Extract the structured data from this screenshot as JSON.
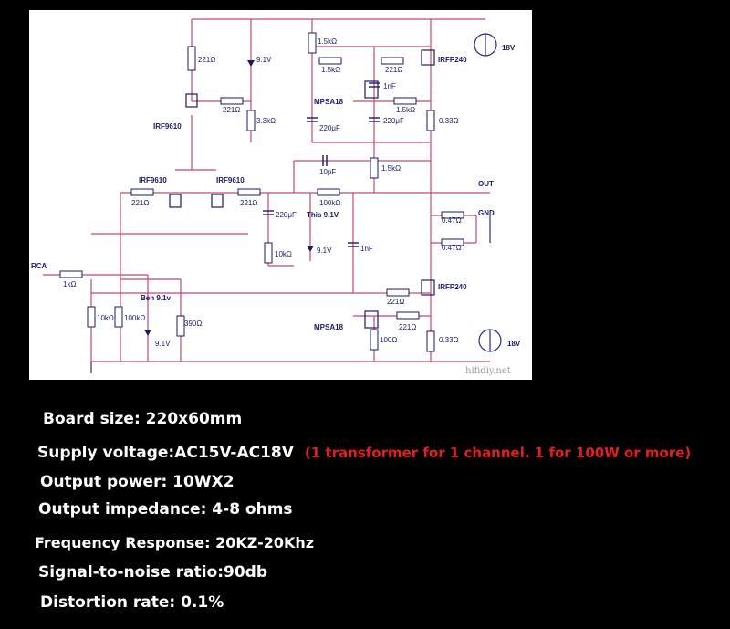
{
  "schematic": {
    "labels": {
      "r221_top": "221Ω",
      "z91_top": "9.1V",
      "r15k_a": "1.5kΩ",
      "r15k_b": "1.5kΩ",
      "r221_b": "221Ω",
      "irfp240_top": "IRFP240",
      "c1nf_top": "1nF",
      "mpsa18_top": "MPSA18",
      "r15k_c": "1.5kΩ",
      "r221_c": "221Ω",
      "c220_a": "220μF",
      "r33k": "3.3kΩ",
      "c220_b": "220μF",
      "r033_top": "0.33Ω",
      "irf9610_a": "IRF9610",
      "c10pf": "10pF",
      "r15k_d": "1.5kΩ",
      "irf9610_b": "IRF9610",
      "irf9610_c": "IRF9610",
      "out": "OUT",
      "r221_d": "221Ω",
      "r221_e": "221Ω",
      "r100k": "100kΩ",
      "c220_c": "220μF",
      "this91": "This 9.1V",
      "gnd": "GND",
      "r047_a": "0.47Ω",
      "r047_b": "0.47Ω",
      "r10k_a": "10kΩ",
      "z91_mid": "9.1V",
      "c1nf_mid": "1nF",
      "rca": "RCA",
      "r1k": "1kΩ",
      "ben": "Ben 9.1v",
      "irfp240_bot": "IRFP240",
      "r221_f": "221Ω",
      "r10k_b": "10kΩ",
      "r100k_b": "100kΩ",
      "r390": "390Ω",
      "mpsa18_bot": "MPSA18",
      "r221_g": "221Ω",
      "z91_bot": "9.1V",
      "r100": "100Ω",
      "r033_bot": "0.33Ω",
      "v18_top": "18V",
      "v18_bot": "18V",
      "watermark": "hifidiy.net"
    }
  },
  "specs": {
    "board_size": "Board size: 220x60mm",
    "supply_voltage": "Supply voltage:AC15V-AC18V",
    "supply_note": "(1 transformer for 1 channel. 1 for 100W or more)",
    "output_power": "Output power: 10WX2",
    "output_impedance": "Output impedance: 4-8 ohms",
    "frequency_response": "Frequency Response: 20KZ-20Khz",
    "snr": "Signal-to-noise ratio:90db",
    "distortion": "Distortion rate: 0.1%"
  }
}
